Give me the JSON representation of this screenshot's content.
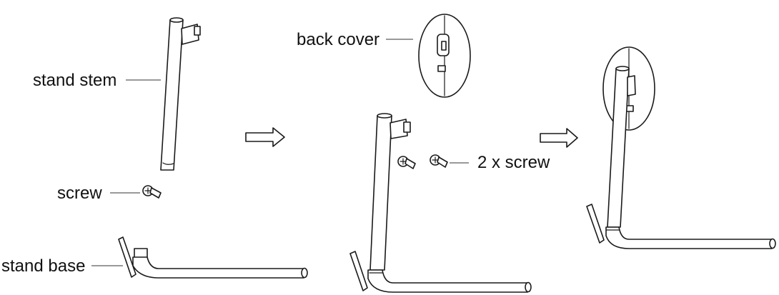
{
  "labels": {
    "stand_stem": "stand stem",
    "screw": "screw",
    "stand_base": "stand base",
    "back_cover": "back cover",
    "two_screws": "2 x screw"
  },
  "colors": {
    "line": "#1a1a1a",
    "background": "#ffffff"
  },
  "icons": [
    "arrow-right-icon",
    "screw-icon"
  ]
}
